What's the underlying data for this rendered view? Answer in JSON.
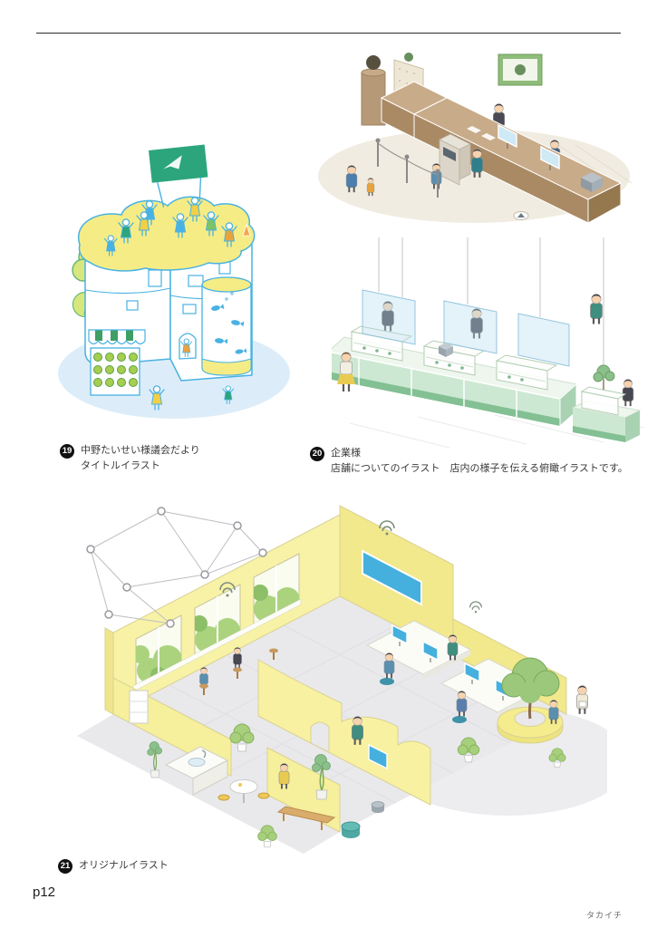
{
  "page": {
    "number": "p12",
    "credit": "タカイチ"
  },
  "captions": [
    {
      "badge": "19",
      "lines": [
        "中野たいせい様議会だより",
        "タイトルイラスト"
      ]
    },
    {
      "badge": "20",
      "lines": [
        "企業様",
        "店舗についてのイラスト　店内の様子を伝える俯瞰イラストです。"
      ]
    },
    {
      "badge": "21",
      "lines": [
        "オリジナルイラスト"
      ]
    }
  ],
  "colors": {
    "accent_blue": "#49b2e2",
    "accent_yellow": "#f5ec85",
    "accent_green": "#2ca57c",
    "counter_brown": "#b99877",
    "counter_mint": "#cde8d2",
    "badge_black": "#111111"
  }
}
